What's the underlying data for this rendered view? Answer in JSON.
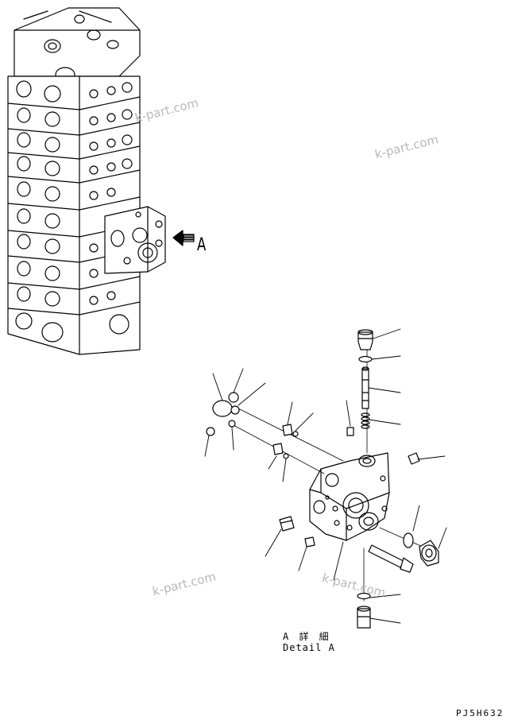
{
  "callout": {
    "label": "A"
  },
  "detail": {
    "title_jp": "A 詳 細",
    "title_en": "Detail A"
  },
  "drawing_code": "PJ5H632",
  "watermark": "k-part.com",
  "colors": {
    "line": "#000000",
    "watermark": "#b8b8b8"
  }
}
